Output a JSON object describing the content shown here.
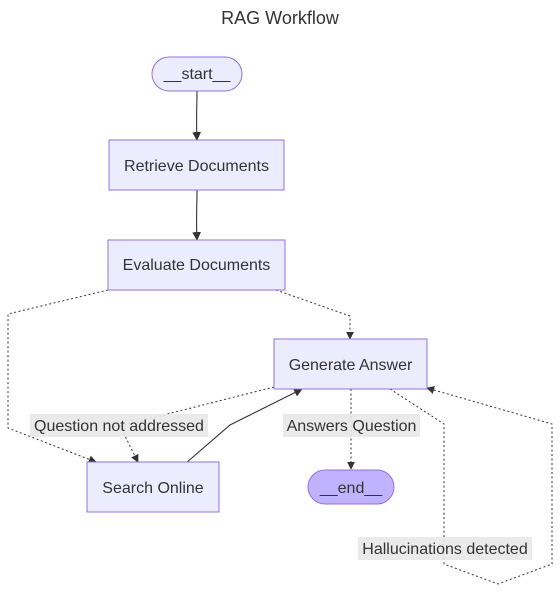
{
  "title": "RAG Workflow",
  "colors": {
    "node_fill": "#ECECFF",
    "node_stroke": "#9370DB",
    "end_fill": "#BFB3FF",
    "edge": "#333333",
    "edge_label_bg": "#E8E8E8",
    "text": "#333333"
  },
  "nodes": {
    "start": "__start__",
    "retrieve": "Retrieve Documents",
    "evaluate": "Evaluate Documents",
    "generate": "Generate Answer",
    "search": "Search Online",
    "end": "__end__"
  },
  "edge_labels": {
    "question_not_addressed": "Question not addressed",
    "answers_question": "Answers Question",
    "hallucinations_detected": "Hallucinations detected"
  },
  "edges": [
    {
      "from": "start",
      "to": "retrieve",
      "style": "solid"
    },
    {
      "from": "retrieve",
      "to": "evaluate",
      "style": "solid"
    },
    {
      "from": "evaluate",
      "to": "search",
      "style": "dotted"
    },
    {
      "from": "evaluate",
      "to": "generate",
      "style": "dotted"
    },
    {
      "from": "search",
      "to": "generate",
      "style": "solid"
    },
    {
      "from": "generate",
      "to": "search",
      "style": "dotted",
      "label": "question_not_addressed"
    },
    {
      "from": "generate",
      "to": "end",
      "style": "dotted",
      "label": "answers_question"
    },
    {
      "from": "generate",
      "to": "generate",
      "style": "dotted",
      "label": "hallucinations_detected"
    }
  ]
}
